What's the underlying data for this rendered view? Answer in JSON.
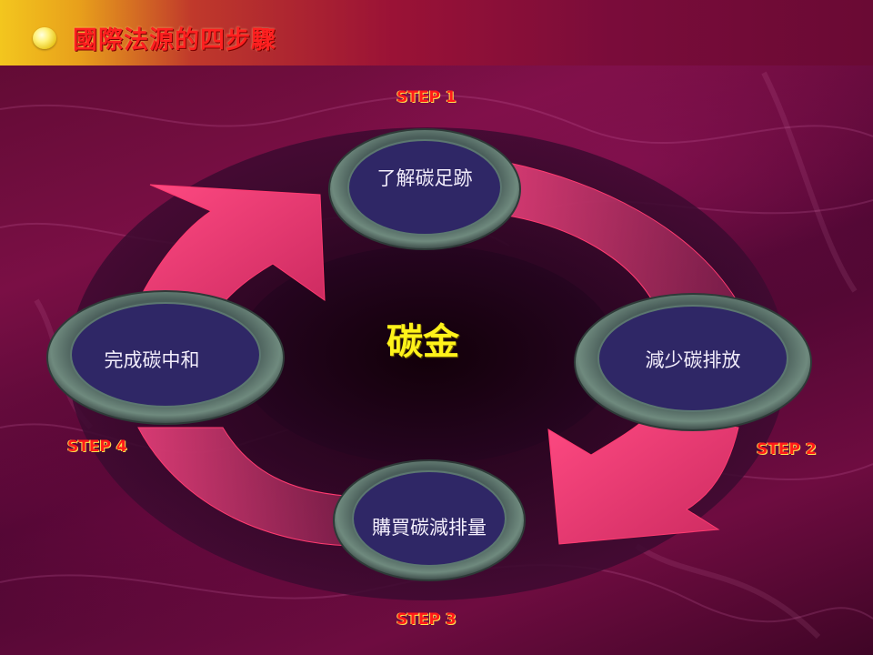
{
  "title": "國際法源的四步驟",
  "center": "碳金",
  "steps": [
    {
      "step": "STEP 1",
      "label": "了解碳足跡"
    },
    {
      "step": "STEP 2",
      "label": "減少碳排放"
    },
    {
      "step": "STEP 3",
      "label": "購買碳減排量"
    },
    {
      "step": "STEP 4",
      "label": "完成碳中和"
    }
  ],
  "colors": {
    "title_text": "#ff2020",
    "step_text": "#ff1a1a",
    "center_text": "#fff21a",
    "node_fill": "#2f2766",
    "arrow": "#e0336c"
  }
}
